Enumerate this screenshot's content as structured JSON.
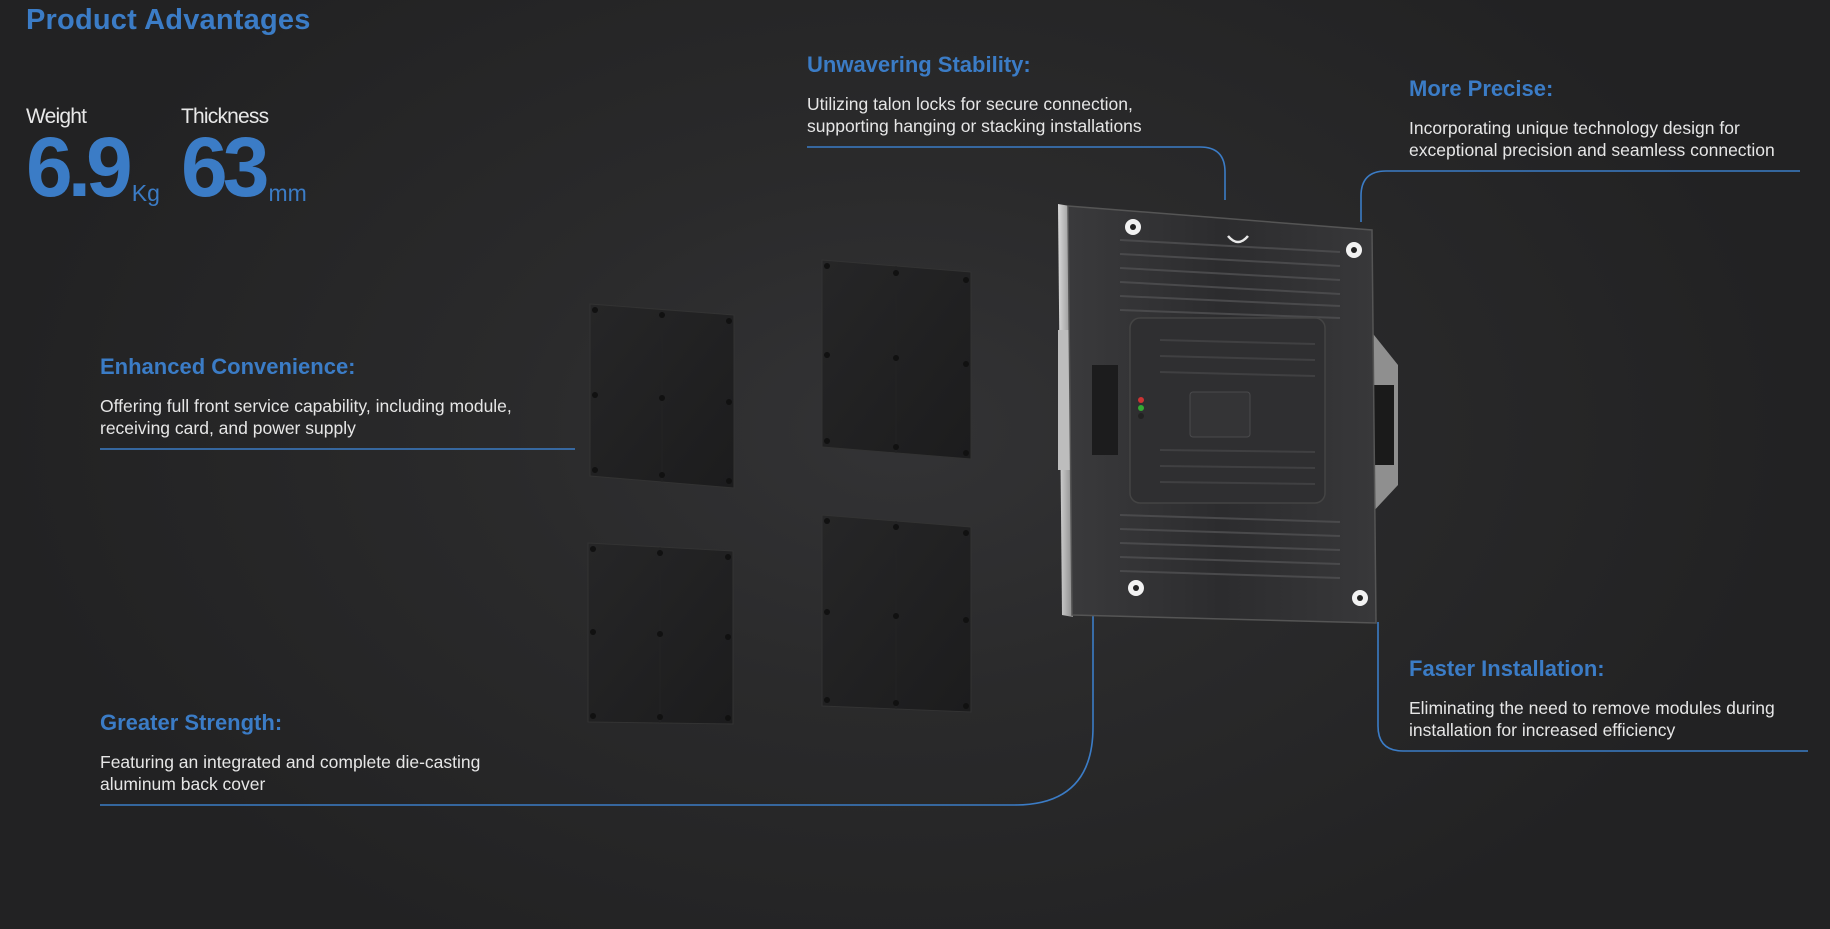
{
  "title": "Product Advantages",
  "specs": {
    "weight": {
      "label": "Weight",
      "value": "6.9",
      "unit": "Kg"
    },
    "thickness": {
      "label": "Thickness",
      "value": "63",
      "unit": "mm"
    }
  },
  "features": {
    "stability": {
      "title": "Unwavering Stability:",
      "line1": "Utilizing talon locks for secure connection,",
      "line2": "supporting hanging or stacking installations"
    },
    "precise": {
      "title": "More Precise:",
      "line1": "Incorporating unique technology design for",
      "line2": "exceptional precision and seamless connection"
    },
    "convenience": {
      "title": "Enhanced Convenience:",
      "line1": "Offering full front service capability, including module,",
      "line2": "receiving card, and power supply"
    },
    "installation": {
      "title": "Faster Installation:",
      "line1": "Eliminating the need to remove modules during",
      "line2": "installation for increased efficiency"
    },
    "strength": {
      "title": "Greater Strength:",
      "line1": "Featuring an integrated and complete die-casting",
      "line2": "aluminum back cover"
    }
  },
  "colors": {
    "accent": "#3b7cc6",
    "background": "#2a2a2b",
    "text": "#e6e6e6"
  }
}
